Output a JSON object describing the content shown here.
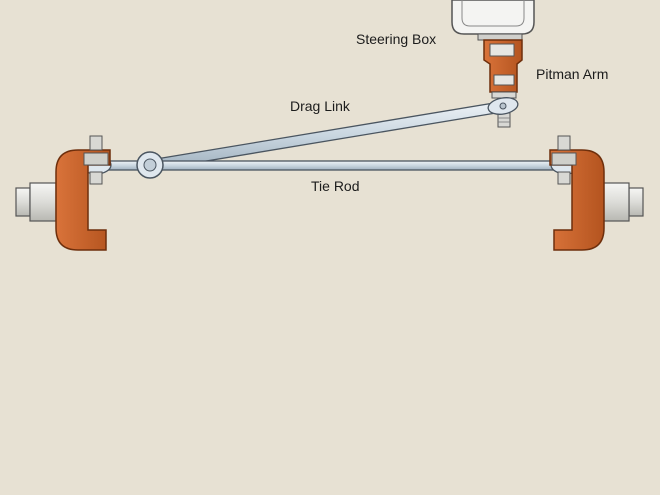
{
  "labels": {
    "steering_box": "Steering Box",
    "pitman_arm": "Pitman Arm",
    "drag_link": "Drag Link",
    "tie_rod": "Tie Rod"
  },
  "colors": {
    "background": "#e7e1d3",
    "knuckle": "#c8642a",
    "knuckle_dark": "#8a3d14",
    "rod": "#c9d6e0",
    "rod_edge": "#4a5560",
    "housing": "#f4f4f2"
  }
}
